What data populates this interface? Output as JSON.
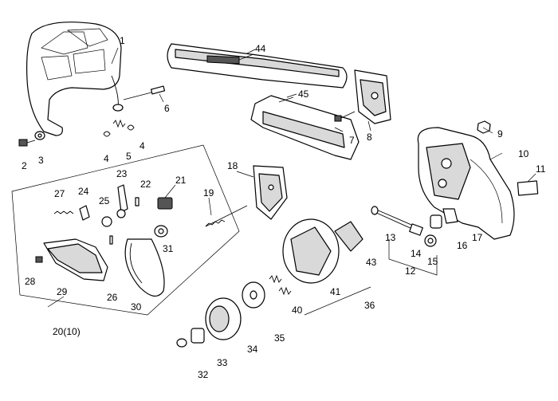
{
  "diagram": {
    "callouts": [
      {
        "id": "1",
        "text": "1"
      },
      {
        "id": "2",
        "text": "2"
      },
      {
        "id": "3",
        "text": "3"
      },
      {
        "id": "4a",
        "text": "4"
      },
      {
        "id": "4b",
        "text": "4"
      },
      {
        "id": "5",
        "text": "5"
      },
      {
        "id": "6",
        "text": "6"
      },
      {
        "id": "7",
        "text": "7"
      },
      {
        "id": "8",
        "text": "8"
      },
      {
        "id": "9",
        "text": "9"
      },
      {
        "id": "10",
        "text": "10"
      },
      {
        "id": "11",
        "text": "11"
      },
      {
        "id": "12",
        "text": "12"
      },
      {
        "id": "13",
        "text": "13"
      },
      {
        "id": "14",
        "text": "14"
      },
      {
        "id": "15",
        "text": "15"
      },
      {
        "id": "16",
        "text": "16"
      },
      {
        "id": "17",
        "text": "17"
      },
      {
        "id": "18",
        "text": "18"
      },
      {
        "id": "19",
        "text": "19"
      },
      {
        "id": "20",
        "text": "20(10)"
      },
      {
        "id": "21",
        "text": "21"
      },
      {
        "id": "22",
        "text": "22"
      },
      {
        "id": "23",
        "text": "23"
      },
      {
        "id": "24",
        "text": "24"
      },
      {
        "id": "25",
        "text": "25"
      },
      {
        "id": "26",
        "text": "26"
      },
      {
        "id": "27",
        "text": "27"
      },
      {
        "id": "28",
        "text": "28"
      },
      {
        "id": "29",
        "text": "29"
      },
      {
        "id": "30",
        "text": "30"
      },
      {
        "id": "31",
        "text": "31"
      },
      {
        "id": "32",
        "text": "32"
      },
      {
        "id": "33",
        "text": "33"
      },
      {
        "id": "34",
        "text": "34"
      },
      {
        "id": "35",
        "text": "35"
      },
      {
        "id": "36",
        "text": "36"
      },
      {
        "id": "40",
        "text": "40"
      },
      {
        "id": "41",
        "text": "41"
      },
      {
        "id": "43",
        "text": "43"
      },
      {
        "id": "44",
        "text": "44"
      },
      {
        "id": "45",
        "text": "45"
      }
    ]
  }
}
